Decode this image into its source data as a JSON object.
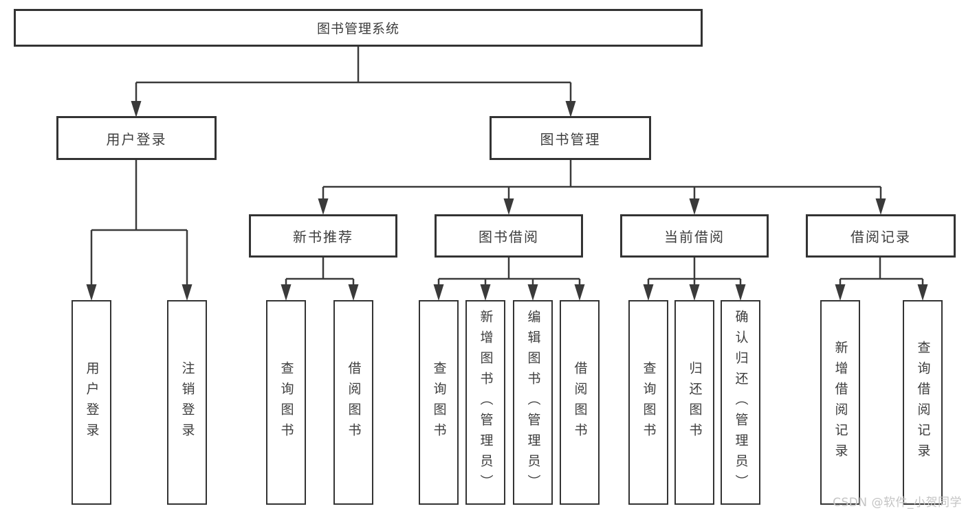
{
  "tree": {
    "root": {
      "label": "图书管理系统",
      "children": [
        {
          "label": "用户登录",
          "children": [
            {
              "label": "用户登录"
            },
            {
              "label": "注销登录"
            }
          ]
        },
        {
          "label": "图书管理",
          "children": [
            {
              "label": "新书推荐",
              "children": [
                {
                  "label": "查询图书"
                },
                {
                  "label": "借阅图书"
                }
              ]
            },
            {
              "label": "图书借阅",
              "children": [
                {
                  "label": "查询图书"
                },
                {
                  "label": "新增图书（管理员）"
                },
                {
                  "label": "编辑图书（管理员）"
                },
                {
                  "label": "借阅图书"
                }
              ]
            },
            {
              "label": "当前借阅",
              "children": [
                {
                  "label": "查询图书"
                },
                {
                  "label": "归还图书"
                },
                {
                  "label": "确认归还（管理员）"
                }
              ]
            },
            {
              "label": "借阅记录",
              "children": [
                {
                  "label": "新增借阅记录"
                },
                {
                  "label": "查询借阅记录"
                }
              ]
            }
          ]
        }
      ]
    }
  },
  "watermark": {
    "text": "CSDN @软件_小贺同学"
  },
  "colors": {
    "line": "#3a3a3a",
    "box_border": "#333333",
    "box_fill": "#ffffff",
    "text": "#3d3d3d",
    "watermark": "#c4c4c4",
    "background": "#ffffff"
  }
}
